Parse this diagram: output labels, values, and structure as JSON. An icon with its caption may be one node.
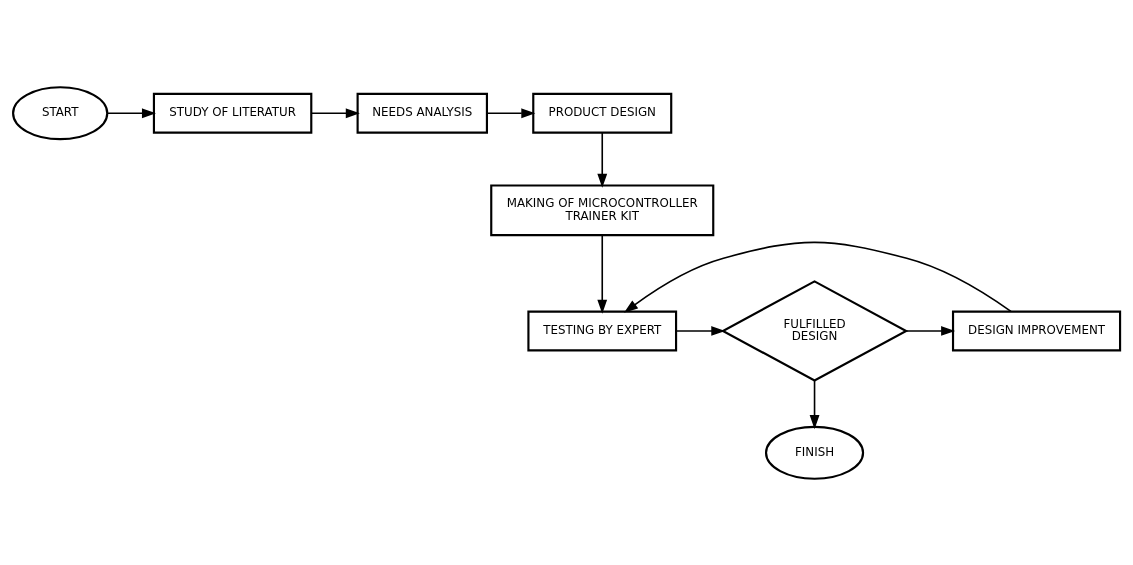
{
  "diagram": {
    "nodes": [
      {
        "text": [
          "START"
        ]
      },
      {
        "text": [
          "STUDY OF LITERATUR"
        ]
      },
      {
        "text": [
          "NEEDS ANALYSIS"
        ]
      },
      {
        "text": [
          "PRODUCT DESIGN"
        ]
      },
      {
        "text": [
          "MAKING OF MICROCONTROLLER TRAINER KIT"
        ]
      },
      {
        "text": [
          "TESTING BY EXPERT"
        ]
      },
      {
        "text": [
          "FULFILLED DESIGN"
        ]
      },
      {
        "text": [
          "DESIGN IMPROVEMENT"
        ]
      },
      {
        "text": [
          "FINISH"
        ]
      }
    ],
    "edges": [
      {
        "from": 0,
        "to": 1,
        "arrow": "to"
      },
      {
        "from": 1,
        "to": 2,
        "arrow": "to"
      },
      {
        "from": 2,
        "to": 3,
        "arrow": "to"
      },
      {
        "from": 3,
        "to": 4,
        "arrow": "to"
      },
      {
        "from": 4,
        "to": 5,
        "arrow": "to"
      },
      {
        "from": 5,
        "to": 6,
        "arrow": "to"
      },
      {
        "from": 6,
        "to": 7,
        "arrow": "to"
      },
      {
        "from": 7,
        "to": 5,
        "arrow": "to"
      },
      {
        "from": 6,
        "to": 8,
        "arrow": "to"
      }
    ]
  }
}
